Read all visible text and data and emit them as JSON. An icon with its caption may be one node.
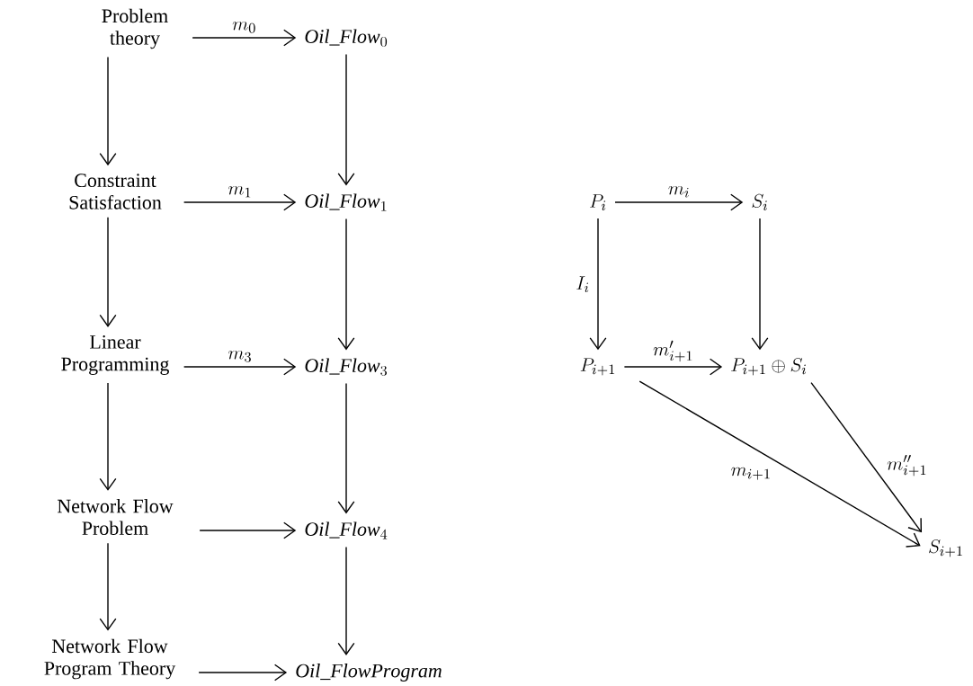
{
  "diagram": {
    "nodes": [
      {
        "text": [
          "Problem theory"
        ]
      },
      {
        "text": [
          "Constraint Satisfaction"
        ]
      },
      {
        "text": [
          "Linear Programming"
        ]
      },
      {
        "text": [
          "Network Flow Problem"
        ]
      },
      {
        "text": [
          "Network Flow Program Theory"
        ]
      },
      {
        "text": [
          "\\mathit{Oil\\_Flow}_0"
        ]
      },
      {
        "text": [
          "\\mathit{Oil\\_Flow}_1"
        ]
      },
      {
        "text": [
          "\\mathit{Oil\\_Flow}_3"
        ]
      },
      {
        "text": [
          "\\mathit{Oil\\_Flow}_4"
        ]
      },
      {
        "text": [
          "\\mathit{Oil\\_FlowProgram}"
        ]
      },
      {
        "text": [
          "P_i"
        ]
      },
      {
        "text": [
          "S_i"
        ]
      },
      {
        "text": [
          "P_{i+1}"
        ]
      },
      {
        "text": [
          "P_{i+1} \\oplus S_i"
        ]
      },
      {
        "text": [
          "S_{i+1}"
        ]
      }
    ],
    "edges": [
      {
        "from": 0,
        "to": 5,
        "arrow": "to",
        "label": "m_0"
      },
      {
        "from": 0,
        "to": 1,
        "arrow": "to"
      },
      {
        "from": 5,
        "to": 6,
        "arrow": "to"
      },
      {
        "from": 1,
        "to": 6,
        "arrow": "to",
        "label": "m_1"
      },
      {
        "from": 1,
        "to": 2,
        "arrow": "to"
      },
      {
        "from": 6,
        "to": 7,
        "arrow": "to"
      },
      {
        "from": 2,
        "to": 7,
        "arrow": "to",
        "label": "m_3"
      },
      {
        "from": 2,
        "to": 3,
        "arrow": "to"
      },
      {
        "from": 7,
        "to": 8,
        "arrow": "to"
      },
      {
        "from": 3,
        "to": 8,
        "arrow": "to"
      },
      {
        "from": 3,
        "to": 4,
        "arrow": "to"
      },
      {
        "from": 8,
        "to": 9,
        "arrow": "to"
      },
      {
        "from": 4,
        "to": 9,
        "arrow": "to"
      },
      {
        "from": 10,
        "to": 11,
        "arrow": "to",
        "label": "m_i"
      },
      {
        "from": 10,
        "to": 12,
        "arrow": "to",
        "label": "I_i"
      },
      {
        "from": 11,
        "to": 13,
        "arrow": "to"
      },
      {
        "from": 12,
        "to": 13,
        "arrow": "to",
        "label": "m'_{i+1}"
      },
      {
        "from": 12,
        "to": 14,
        "arrow": "to",
        "label": "m_{i+1}"
      },
      {
        "from": 13,
        "to": 14,
        "arrow": "to",
        "label": "m''_{i+1}"
      }
    ]
  }
}
